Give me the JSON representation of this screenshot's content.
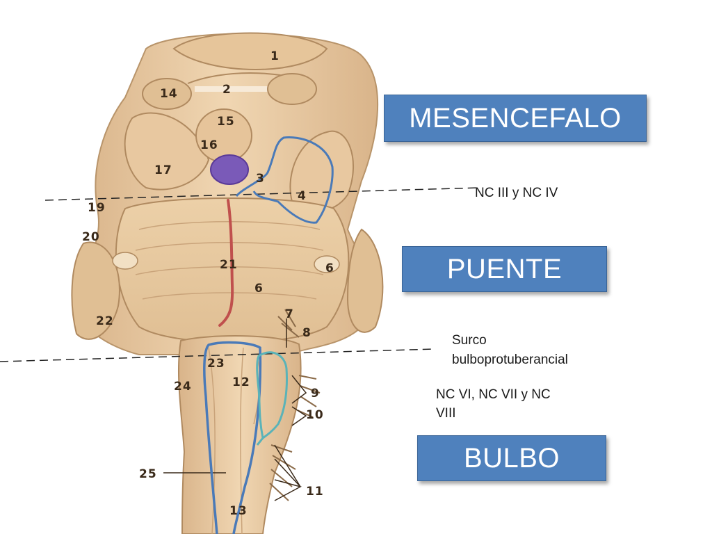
{
  "labels": {
    "mesencefalo": "MESENCEFALO",
    "puente": "PUENTE",
    "bulbo": "BULBO"
  },
  "notes": {
    "nc3_nc4": "NC III y NC IV",
    "surco_line1": "Surco",
    "surco_line2": "bulboprotuberancial",
    "nc6_line1": "NC VI, NC VII y NC",
    "nc6_line2": "VIII"
  },
  "anatomy_numbers": [
    "1",
    "2",
    "14",
    "15",
    "16",
    "17",
    "3",
    "4",
    "19",
    "20",
    "21",
    "6",
    "6",
    "22",
    "7",
    "8",
    "23",
    "12",
    "24",
    "9",
    "10",
    "25",
    "11",
    "13"
  ],
  "colors": {
    "box_fill": "#4f81bd",
    "box_text": "#ffffff",
    "outline_blue": "#4a7ab8",
    "outline_teal": "#5ab3b8",
    "line_red": "#c0504d",
    "marker_purple": "#7a5ab8",
    "tissue": "#e8c8a0"
  }
}
